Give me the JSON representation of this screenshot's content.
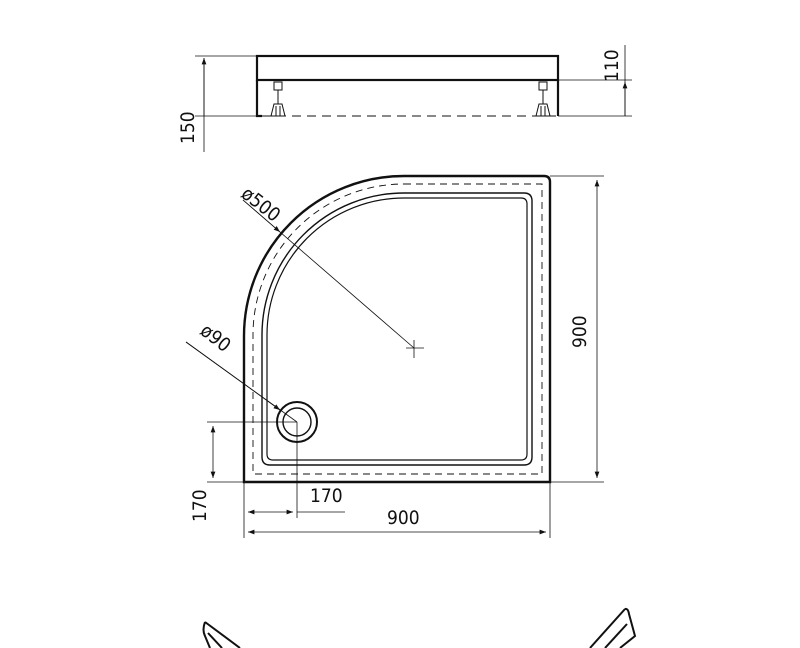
{
  "side_view": {
    "dim_total_height": "150",
    "dim_tray_height": "110"
  },
  "plan_view": {
    "dim_radius": "ø500",
    "dim_drain": "ø90",
    "dim_width": "900",
    "dim_depth": "900",
    "dim_drain_offset_x": "170",
    "dim_drain_offset_y": "170"
  },
  "colors": {
    "line": "#111111",
    "background": "#ffffff"
  }
}
